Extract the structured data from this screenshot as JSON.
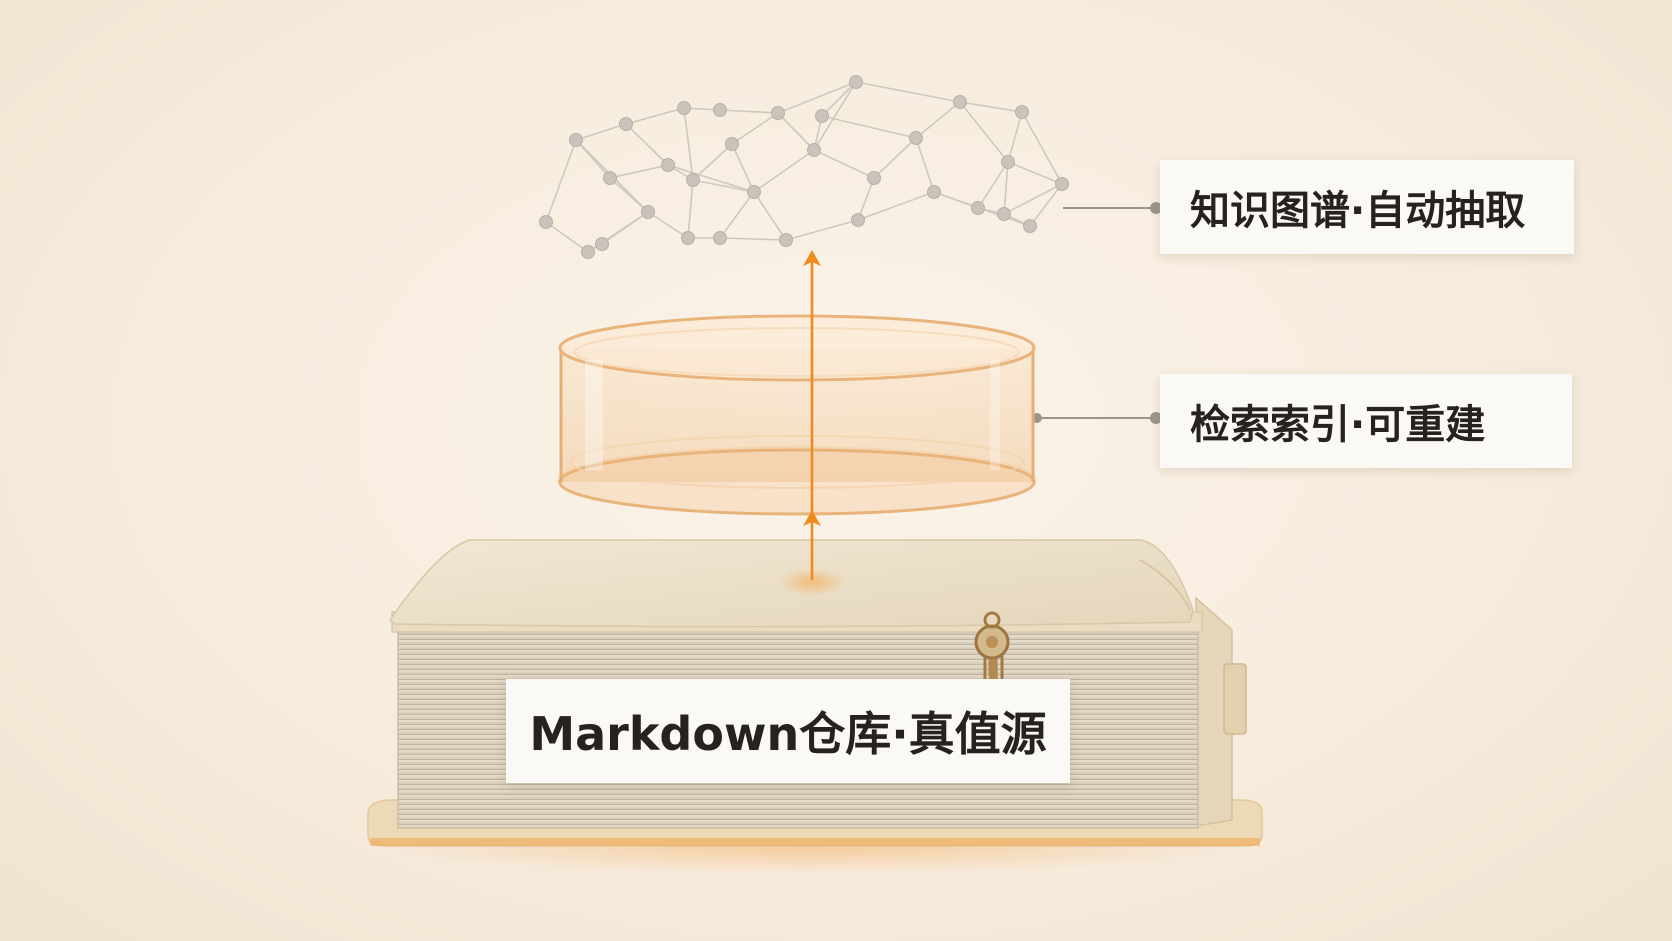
{
  "labels": {
    "graph": "知识图谱·自动抽取",
    "index": "检索索引·可重建",
    "repo": "Markdown仓库·真值源"
  },
  "colors": {
    "background": "#f7ecde",
    "accent": "#ef8a1e",
    "node": "#c9c3bb",
    "edge": "#cfc8bf",
    "book_cover": "#ece0c6",
    "glass": "#f2c99c",
    "label_bg": "#fbf9f6"
  },
  "icons": [
    "knowledge-graph-network",
    "glass-cylinder",
    "closed-book",
    "up-arrow",
    "clasp"
  ]
}
